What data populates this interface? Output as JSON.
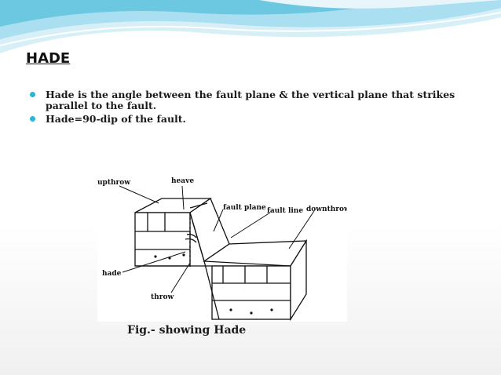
{
  "slide": {
    "title": "HADE",
    "bullets": [
      "Hade is the angle between the fault plane & the vertical plane that strikes parallel to the fault.",
      "Hade=90-dip of the fault."
    ],
    "caption": "Fig.- showing Hade"
  },
  "figure": {
    "labels": {
      "upthrow": "upthrow",
      "heave": "heave",
      "fault_plane": "fault plane",
      "fault_line": "fault line",
      "downthrow": "downthrow",
      "hade": "hade",
      "throw": "throw"
    }
  },
  "colors": {
    "bullet": "#2bb6d6",
    "banner_light": "#bfe7f3",
    "banner_mid": "#6cc7e0"
  }
}
